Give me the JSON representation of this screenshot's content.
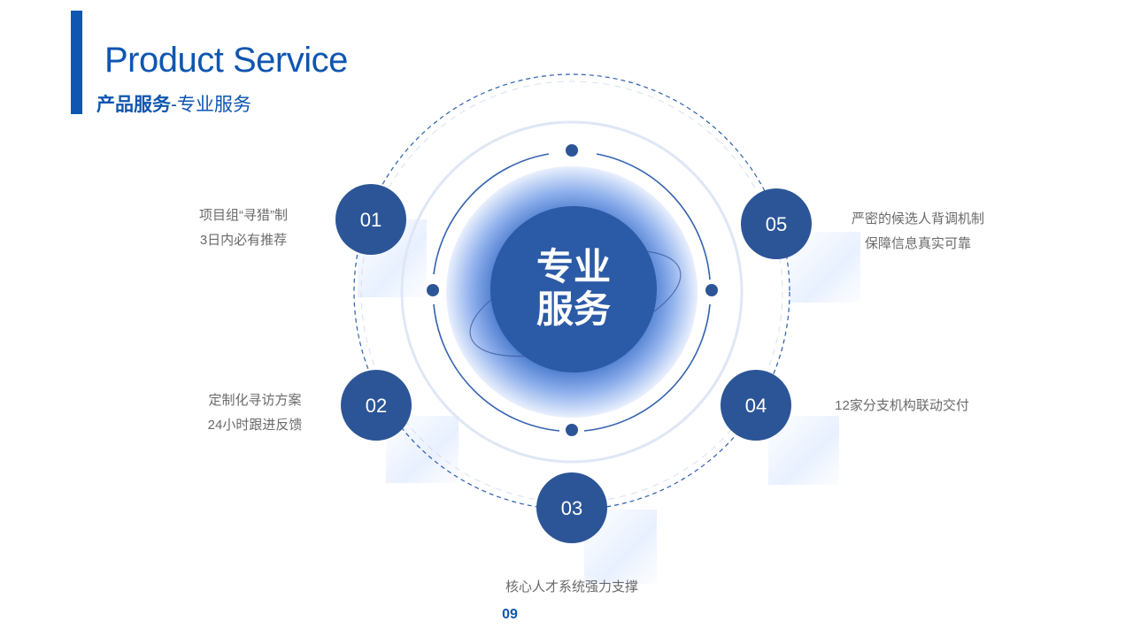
{
  "header": {
    "title": "Product Service",
    "subtitle_bold": "产品服务",
    "subtitle_rest": "-专业服务"
  },
  "center": {
    "line1": "专业",
    "line2": "服务"
  },
  "nodes": [
    {
      "number": "01",
      "line1": "项目组“寻猎”制",
      "line2": "3日内必有推荐"
    },
    {
      "number": "02",
      "line1": "定制化寻访方案",
      "line2": "24小时跟进反馈"
    },
    {
      "number": "03",
      "line1": "核心人才系统强力支撑",
      "line2": ""
    },
    {
      "number": "04",
      "line1": "12家分支机构联动交付",
      "line2": ""
    },
    {
      "number": "05",
      "line1": "严密的候选人背调机制",
      "line2": "保障信息真实可靠"
    }
  ],
  "footer": {
    "page_number": "09"
  },
  "colors": {
    "brand": "#0e56b0",
    "node_fill": "#2c5597",
    "center_fill": "#2b5aa6",
    "text_gray": "#6a6a6a"
  }
}
